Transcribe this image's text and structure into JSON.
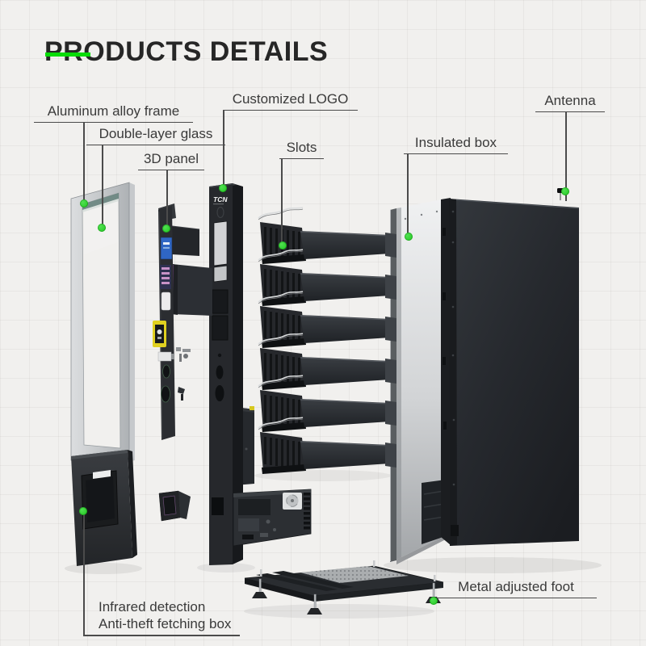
{
  "title": {
    "text": "PRODUCTS DETAILS"
  },
  "colors": {
    "accent_green_bar": "#08dc08",
    "marker_green_dot": "#1ec71e",
    "label_text": "#3a3a3a",
    "background": "#f1f0ee"
  },
  "labels": {
    "aluminum_alloy_frame": "Aluminum alloy frame",
    "double_layer_glass": "Double-layer glass",
    "panel_3d": "3D panel",
    "customized_logo": "Customized LOGO",
    "slots": "Slots",
    "insulated_box": "Insulated box",
    "antenna": "Antenna",
    "metal_adjusted_foot": "Metal adjusted foot",
    "infrared_detection": "Infrared detection",
    "anti_theft_fetching_box": "Anti-theft fetching box"
  },
  "machine": {
    "logo_text": "TCN",
    "slot_tiers": 6
  }
}
